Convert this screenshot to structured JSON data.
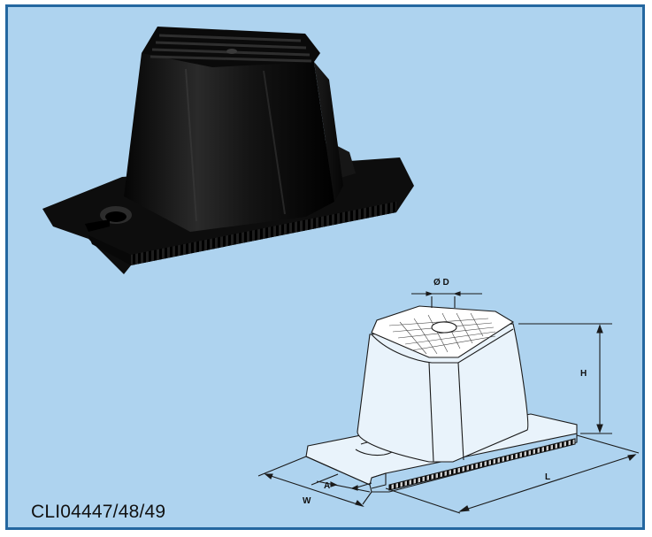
{
  "product": {
    "code": "CLI04447/48/49"
  },
  "dimensions": {
    "diameter": "Ø D",
    "height": "H",
    "length": "L",
    "width": "W",
    "a": "A"
  },
  "colors": {
    "panel_background": "#aed3ef",
    "panel_border": "#2467a0",
    "rubber": "#111111",
    "line": "#1a1a1a"
  },
  "icons": {
    "photo": "anti-vibration-mount-photo",
    "drawing": "technical-line-drawing"
  }
}
